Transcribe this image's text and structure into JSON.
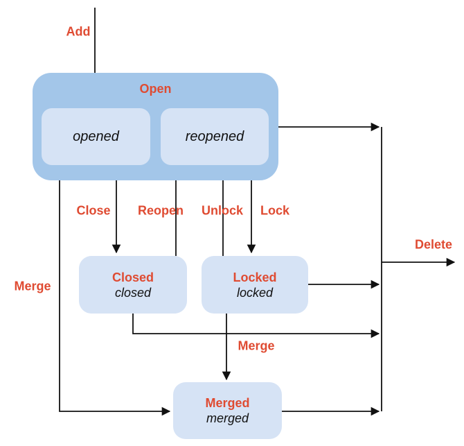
{
  "diagram": {
    "type": "state-diagram",
    "colors": {
      "open_container_fill": "#a3c6e9",
      "state_fill": "#d6e3f5",
      "label_red": "#df4b32",
      "line_black": "#111111",
      "background": "#ffffff"
    },
    "states": {
      "open": {
        "label": "Open",
        "substates": [
          {
            "label": "opened"
          },
          {
            "label": "reopened"
          }
        ]
      },
      "closed": {
        "title": "Closed",
        "code": "closed"
      },
      "locked": {
        "title": "Locked",
        "code": "locked"
      },
      "merged": {
        "title": "Merged",
        "code": "merged"
      }
    },
    "transitions": {
      "add": "Add",
      "close": "Close",
      "reopen": "Reopen",
      "unlock": "Unlock",
      "lock": "Lock",
      "merge_left": "Merge",
      "merge_middle": "Merge",
      "delete": "Delete"
    }
  }
}
